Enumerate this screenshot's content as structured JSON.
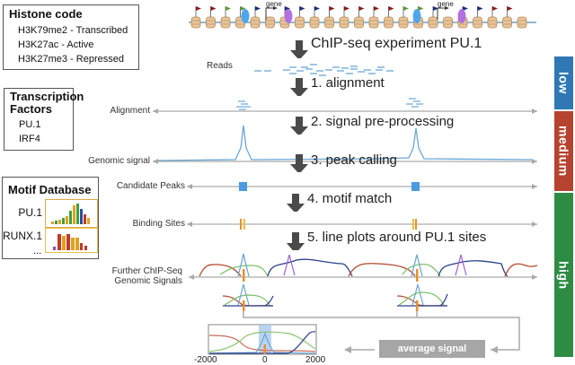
{
  "histone_box": {
    "title": "Histone code",
    "items": [
      "H3K79me2 - Transcribed",
      "H3K27ac - Active",
      "H3K27me3 - Repressed"
    ]
  },
  "tf_box": {
    "title_line1": "Transcription",
    "title_line2": "Factors",
    "items": [
      "PU.1",
      "IRF4"
    ]
  },
  "motif_box": {
    "title": "Motif Database",
    "items": [
      "PU.1",
      "RUNX.1"
    ],
    "more": "..."
  },
  "chromatin": {
    "gene_label_1": "gene",
    "gene_label_2": "gene"
  },
  "steps": [
    {
      "label": "ChIP-seq experiment PU.1"
    },
    {
      "label": "1. alignment"
    },
    {
      "label": "2. signal pre-processing"
    },
    {
      "label": "3. peak calling"
    },
    {
      "label": "4. motif match"
    },
    {
      "label": "5. line plots around  PU.1 sites"
    }
  ],
  "row_labels": {
    "reads": "Reads",
    "alignment": "Alignment",
    "genomic_signal": "Genomic signal",
    "candidate_peaks": "Candidate Peaks",
    "binding_sites": "Binding  Sites",
    "further_line1": "Further ChIP-Seq",
    "further_line2": "Genomic Signals"
  },
  "complexity_bands": [
    {
      "label": "low",
      "color": "#2f78b4"
    },
    {
      "label": "medium",
      "color": "#b5432f"
    },
    {
      "label": "high",
      "color": "#2e8b44"
    }
  ],
  "average": {
    "button_label": "average signal",
    "ticks": [
      "-2000",
      "0",
      "2000"
    ]
  },
  "colors": {
    "signal_blue": "#6aa7d6",
    "peak_blue": "#4a9be0",
    "site_orange": "#e8912b",
    "arrow_dark": "#4a4a4a",
    "axis_gray": "#aaaaaa",
    "track_red": "#b24a2e",
    "track_green": "#7fbf6a",
    "track_navy": "#2b3f8c",
    "track_purple": "#a06ad6"
  }
}
